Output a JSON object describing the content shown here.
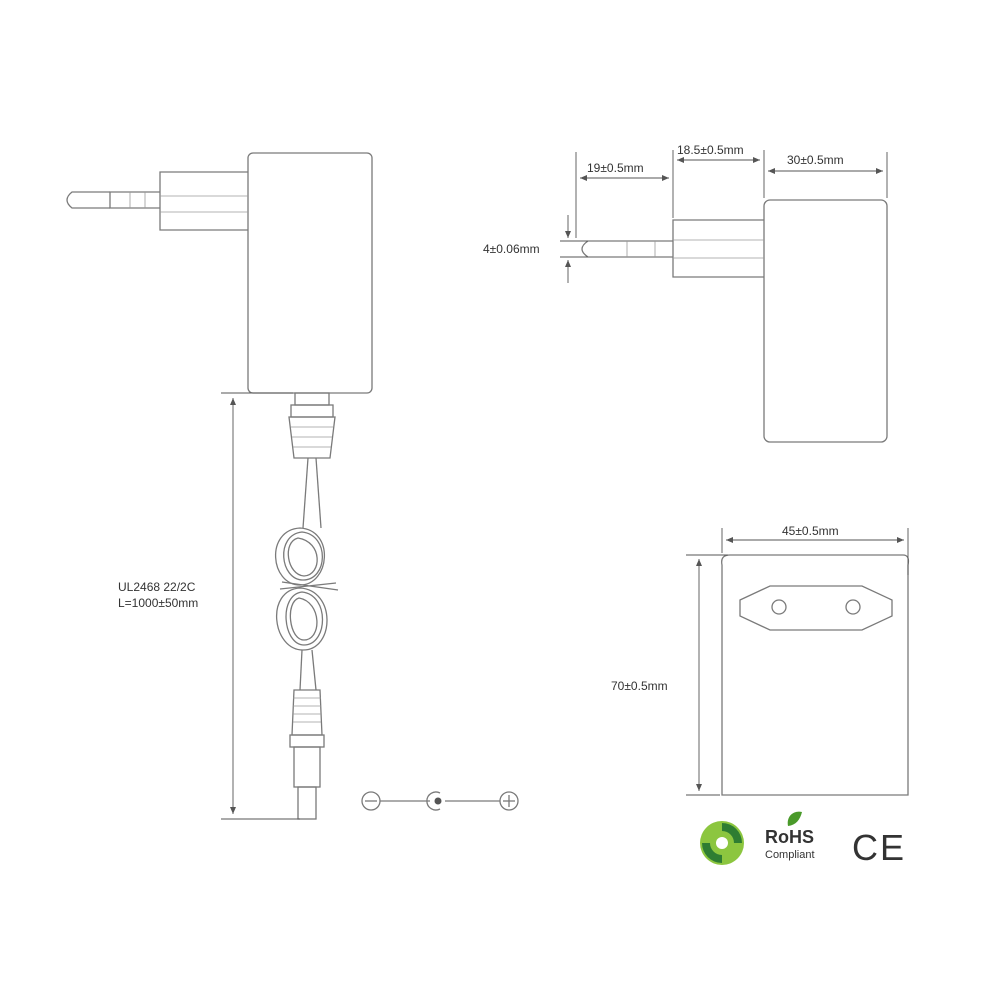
{
  "dimensions": {
    "prong_length": "19±0.5mm",
    "plug_base": "18.5±0.5mm",
    "body_depth": "30±0.5mm",
    "prong_diameter": "4±0.06mm",
    "width": "45±0.5mm",
    "height": "70±0.5mm"
  },
  "cable": {
    "type": "UL2468 22/2C",
    "length": "L=1000±50mm"
  },
  "polarity": {
    "negative_symbol": "⊖",
    "positive_symbol": "⊕"
  },
  "logos": {
    "rohs_title": "RoHS",
    "rohs_subtitle": "Compliant",
    "ce_mark": "CE"
  },
  "colors": {
    "line": "#7a7a7a",
    "rohs_green": "#4a9a2a",
    "green_dot_light": "#8cc63f",
    "green_dot_dark": "#2e7d32"
  }
}
